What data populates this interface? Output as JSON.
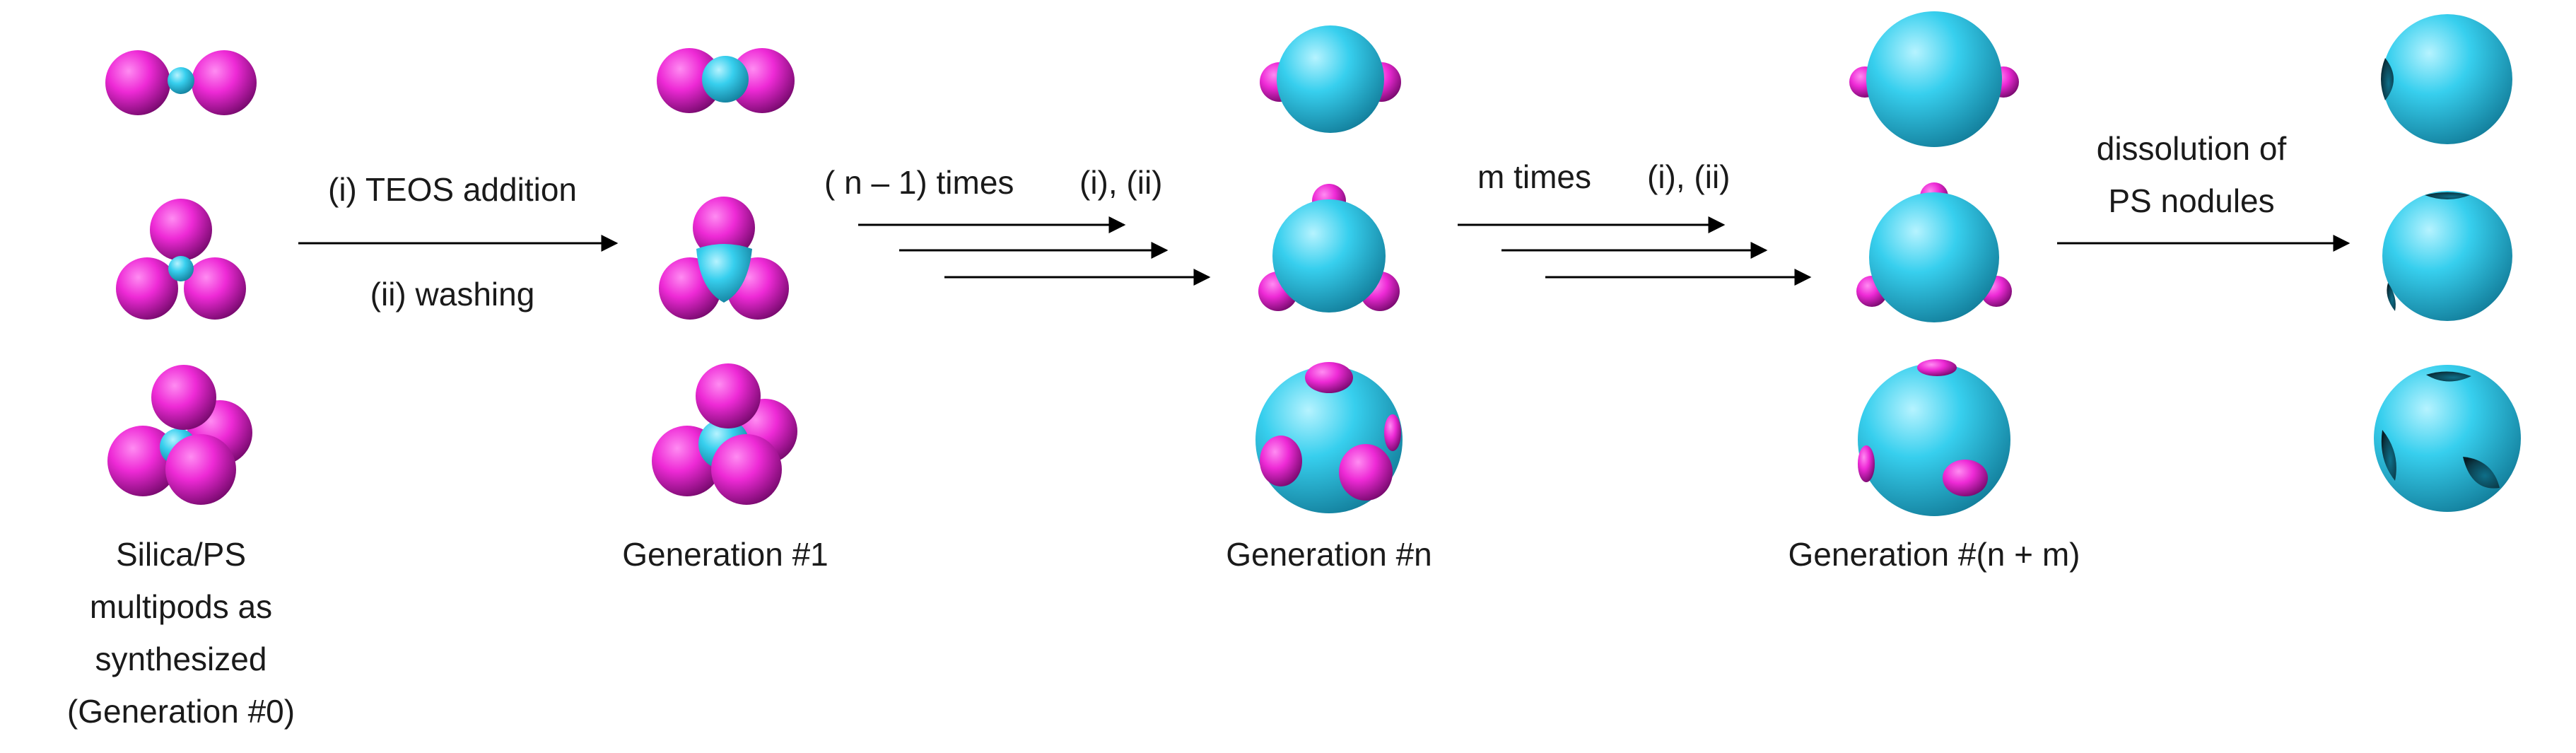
{
  "colors": {
    "silica": "#37cfee",
    "silica_shade": "#1493b3",
    "ps": "#ee2ad6",
    "ps_shade": "#8e0b82",
    "arrow": "#000000",
    "text": "#1a1a1a"
  },
  "labels": {
    "gen0_line1": "Silica/PS",
    "gen0_line2": "multipods as",
    "gen0_line3": "synthesized",
    "gen0_line4": "(Generation #0)",
    "gen1": "Generation #1",
    "genn": "Generation #n",
    "gennm": "Generation #(n + m)"
  },
  "steps": {
    "step1_top": "(i) TEOS addition",
    "step1_bottom": "(ii) washing",
    "step2_left": "( n – 1) times",
    "step2_right": "(i), (ii)",
    "step3_left": "m times",
    "step3_right": "(i), (ii)",
    "step4_line1": "dissolution of",
    "step4_line2": "PS nodules"
  },
  "stages": [
    {
      "name": "generation-0",
      "morphologies": [
        "dipod",
        "tripod",
        "tetrapod"
      ]
    },
    {
      "name": "generation-1",
      "morphologies": [
        "dipod",
        "tripod",
        "tetrapod"
      ]
    },
    {
      "name": "generation-n",
      "morphologies": [
        "dipod",
        "tripod",
        "tetrapod"
      ]
    },
    {
      "name": "generation-n-plus-m",
      "morphologies": [
        "dipod",
        "tripod",
        "tetrapod"
      ]
    },
    {
      "name": "hollow-particles",
      "morphologies": [
        "dipod",
        "tripod",
        "tetrapod"
      ]
    }
  ]
}
